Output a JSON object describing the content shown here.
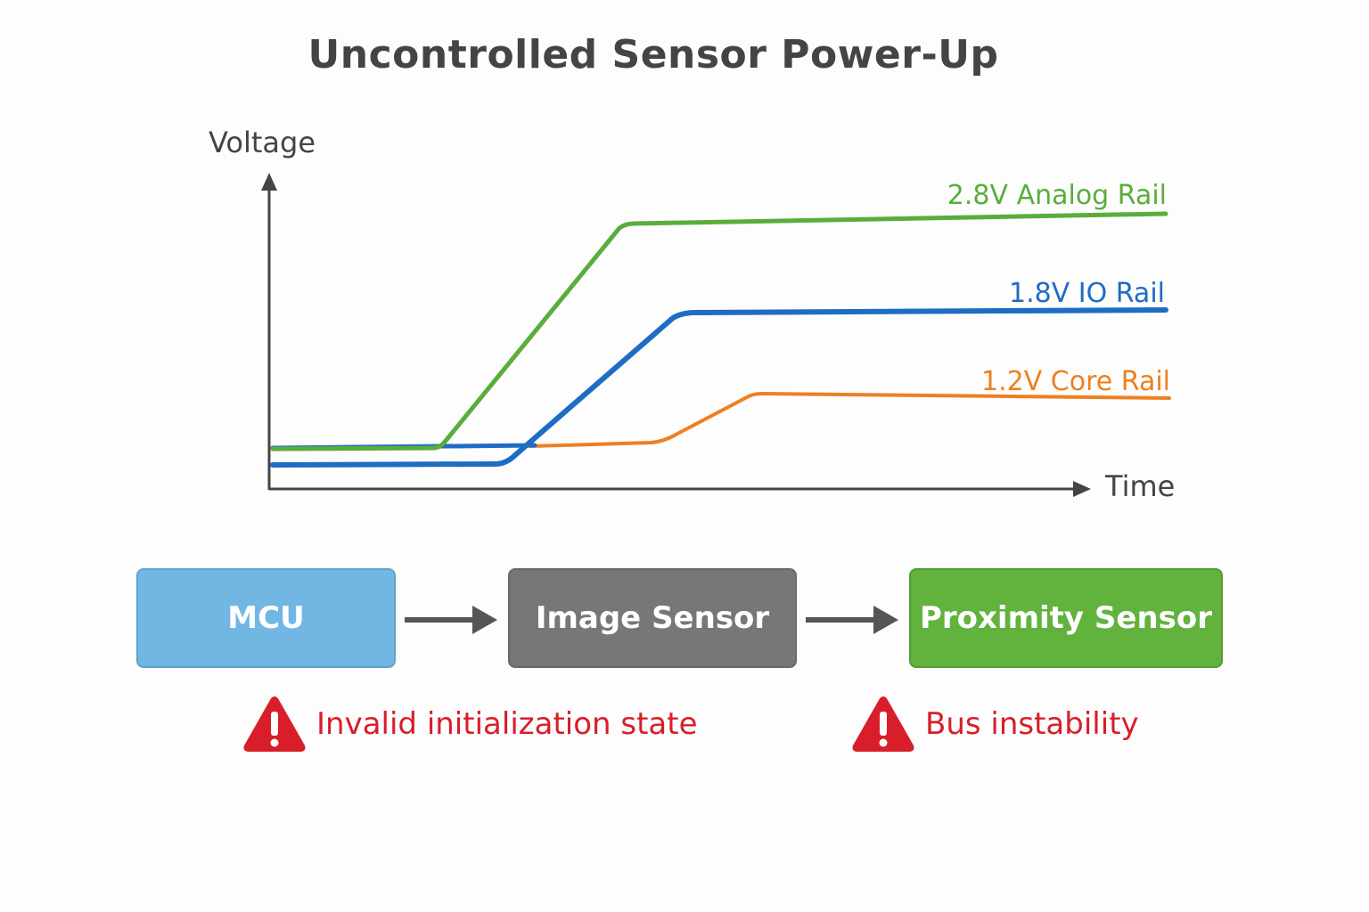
{
  "title": "Uncontrolled Sensor Power-Up",
  "chart_data": {
    "type": "line",
    "ylabel": "Voltage",
    "xlabel": "Time",
    "series": [
      {
        "name": "2.8V Analog Rail",
        "color": "#5aad3c"
      },
      {
        "name": "1.8V IO Rail",
        "color": "#1f6cc4"
      },
      {
        "name": "1.2V Core Rail",
        "color": "#ee8020"
      }
    ]
  },
  "blocks": [
    {
      "label": "MCU",
      "color": "#72b7e4"
    },
    {
      "label": "Image Sensor",
      "color": "#777777"
    },
    {
      "label": "Proximity Sensor",
      "color": "#62b23e"
    }
  ],
  "warnings": [
    {
      "text": "Invalid initialization state",
      "icon": "warning-icon"
    },
    {
      "text": "Bus instability",
      "icon": "warning-icon"
    }
  ],
  "colors": {
    "warning": "#d81e2a",
    "arrow": "#555555",
    "axis": "#444444"
  }
}
